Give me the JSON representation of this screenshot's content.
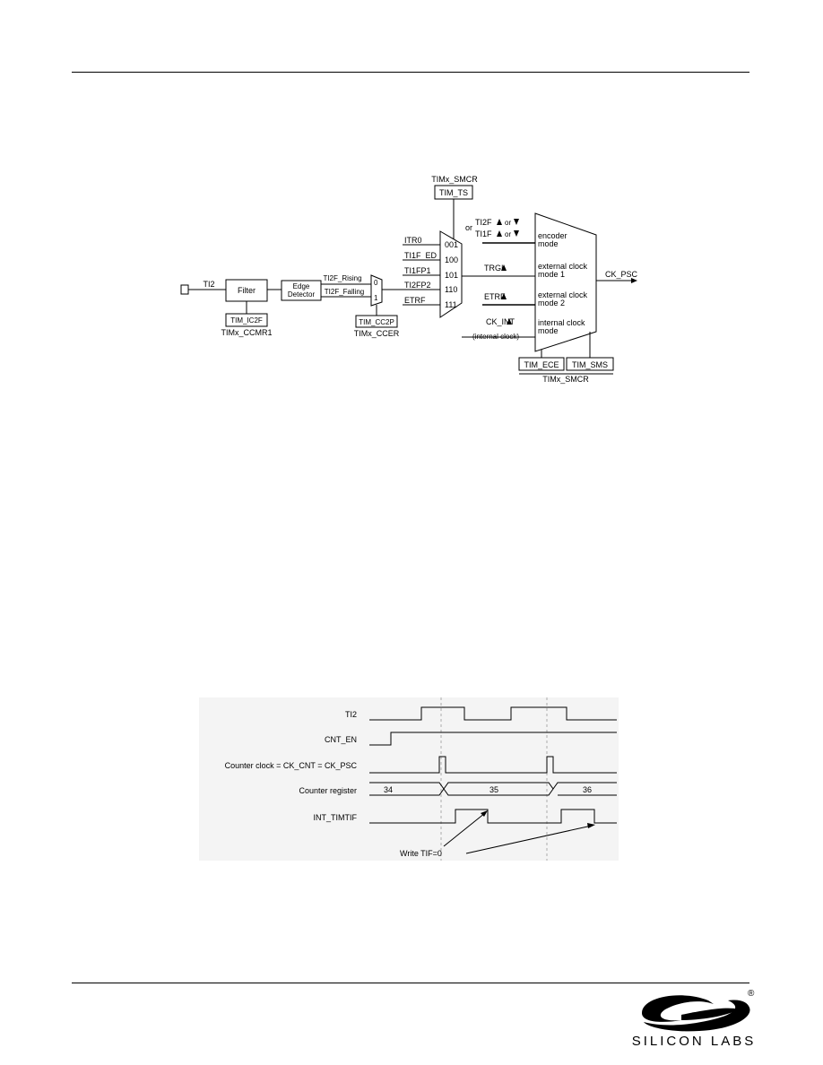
{
  "block_diagram": {
    "smcr_top_label": "TIMx_SMCR",
    "ts_box": "TIM_TS",
    "ti2_label": "TI2",
    "filter_box": "Filter",
    "edge_detector_line1": "Edge",
    "edge_detector_line2": "Detector",
    "ic2f_box": "TIM_IC2F",
    "ccmr1_label": "TIMx_CCMR1",
    "ti2f_rising": "TI2F_Rising",
    "ti2f_falling": "TI2F_Falling",
    "mux_in_0": "0",
    "mux_in_1": "1",
    "cc2p_box": "TIM_CC2P",
    "ccer_label": "TIMx_CCER",
    "inputs": [
      {
        "name": "ITR0",
        "code": "001"
      },
      {
        "name": "TI1F_ED",
        "code": "100"
      },
      {
        "name": "TI1FP1",
        "code": "101"
      },
      {
        "name": "TI2FP2",
        "code": "110"
      },
      {
        "name": "ETRF",
        "code": "111"
      }
    ],
    "or_label": "or",
    "ti2f_label": "TI2F",
    "ti1f_label": "TI1F",
    "or_small_1": "or",
    "or_small_2": "or",
    "trgi_label": "TRGI",
    "etrf_label": "ETRF",
    "ck_int_label": "CK_INT",
    "internal_clock_note": "(internal clock)",
    "modes": [
      {
        "line1": "encoder",
        "line2": "mode"
      },
      {
        "line1": "external clock",
        "line2": "mode 1"
      },
      {
        "line1": "external clock",
        "line2": "mode 2"
      },
      {
        "line1": "internal clock",
        "line2": "mode"
      }
    ],
    "ck_psc_label": "CK_PSC",
    "ece_box": "TIM_ECE",
    "sms_box": "TIM_SMS",
    "smcr_bottom_label": "TIMx_SMCR"
  },
  "timing_diagram": {
    "signals": [
      {
        "name": "TI2"
      },
      {
        "name": "CNT_EN"
      },
      {
        "name": "Counter clock = CK_CNT = CK_PSC"
      },
      {
        "name": "Counter register"
      },
      {
        "name": "INT_TIMTIF"
      }
    ],
    "counter_values": [
      "34",
      "35",
      "36"
    ],
    "annotation": "Write TIF=0"
  },
  "footer": {
    "logo_text": "SILICON LABS",
    "registered_mark": "®"
  }
}
